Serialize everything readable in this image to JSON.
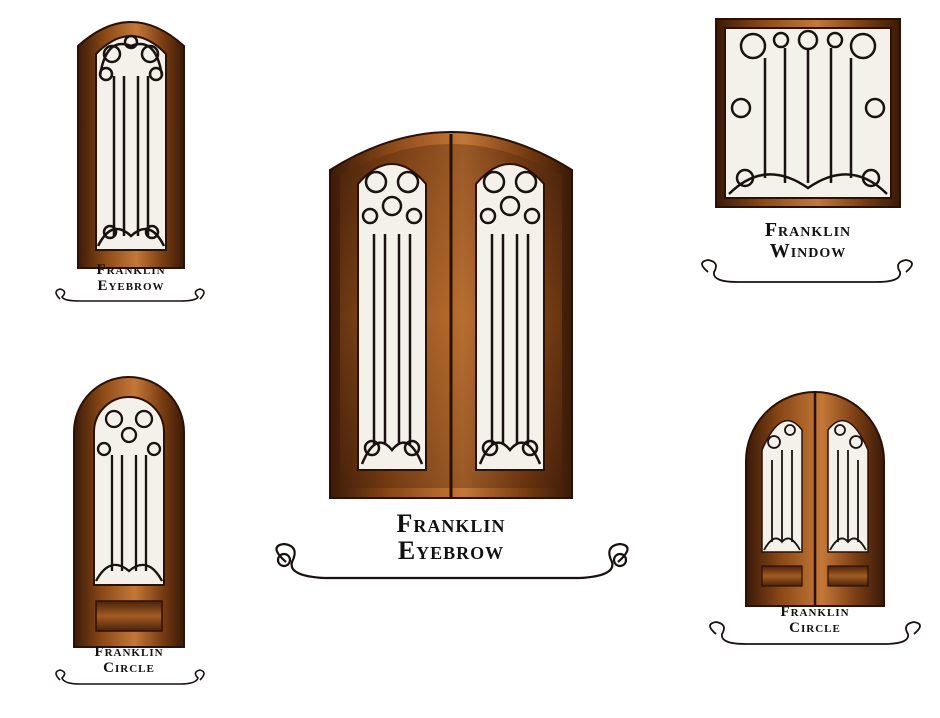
{
  "colors": {
    "wood_dark": "#3a1a08",
    "wood_mid": "#7a3d12",
    "wood_light": "#c67a38",
    "glass": "#f4f1ea",
    "iron": "#1a1210"
  },
  "products": [
    {
      "line1": "Franklin",
      "line2": "Eyebrow",
      "kind": "single-eyebrow-door"
    },
    {
      "line1": "Franklin",
      "line2": "Eyebrow",
      "kind": "double-eyebrow-door"
    },
    {
      "line1": "Franklin",
      "line2": "Window",
      "kind": "square-window"
    },
    {
      "line1": "Franklin",
      "line2": "Circle",
      "kind": "single-circle-door"
    },
    {
      "line1": "Franklin",
      "line2": "Circle",
      "kind": "double-circle-door"
    }
  ]
}
